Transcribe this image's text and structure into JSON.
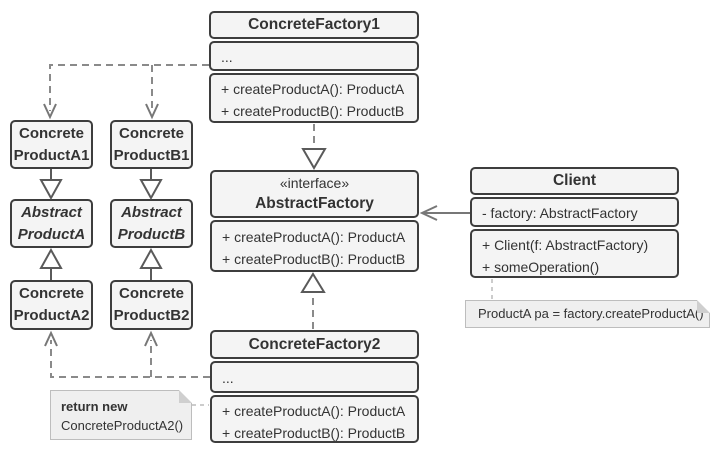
{
  "diagram": {
    "factory1": {
      "title": "ConcreteFactory1",
      "ellipsis": "...",
      "method_a": "+ createProductA(): ProductA",
      "method_b": "+ createProductB(): ProductB"
    },
    "abstract_factory": {
      "stereotype": "«interface»",
      "title": "AbstractFactory",
      "method_a": "+ createProductA(): ProductA",
      "method_b": "+ createProductB(): ProductB"
    },
    "factory2": {
      "title": "ConcreteFactory2",
      "ellipsis": "...",
      "method_a": "+ createProductA(): ProductA",
      "method_b": "+ createProductB(): ProductB"
    },
    "client": {
      "title": "Client",
      "attribute": "- factory: AbstractFactory",
      "method_1": "+ Client(f: AbstractFactory)",
      "method_2": "+ someOperation()"
    },
    "product_a1": {
      "line1": "Concrete",
      "line2": "ProductA1"
    },
    "product_b1": {
      "line1": "Concrete",
      "line2": "ProductB1"
    },
    "abstract_product_a": {
      "line1": "Abstract",
      "line2": "ProductA"
    },
    "abstract_product_b": {
      "line1": "Abstract",
      "line2": "ProductB"
    },
    "product_a2": {
      "line1": "Concrete",
      "line2": "ProductA2"
    },
    "product_b2": {
      "line1": "Concrete",
      "line2": "ProductB2"
    },
    "note_client": {
      "text": "ProductA pa = factory.createProductA()"
    },
    "note_factory2": {
      "line1": "return new",
      "line2": "ConcreteProductA2()"
    }
  },
  "colors": {
    "background": "#ffffff",
    "box_border": "#3d3d3d",
    "box_fill": "#f4f4f4",
    "text": "#333333",
    "line": "#8a8a8a",
    "arrowhead": "#777777",
    "triangle_stroke": "#5a5a5a",
    "note_fill": "#efefef",
    "note_border": "#bdbdbd",
    "note_connector": "#cccccc"
  }
}
